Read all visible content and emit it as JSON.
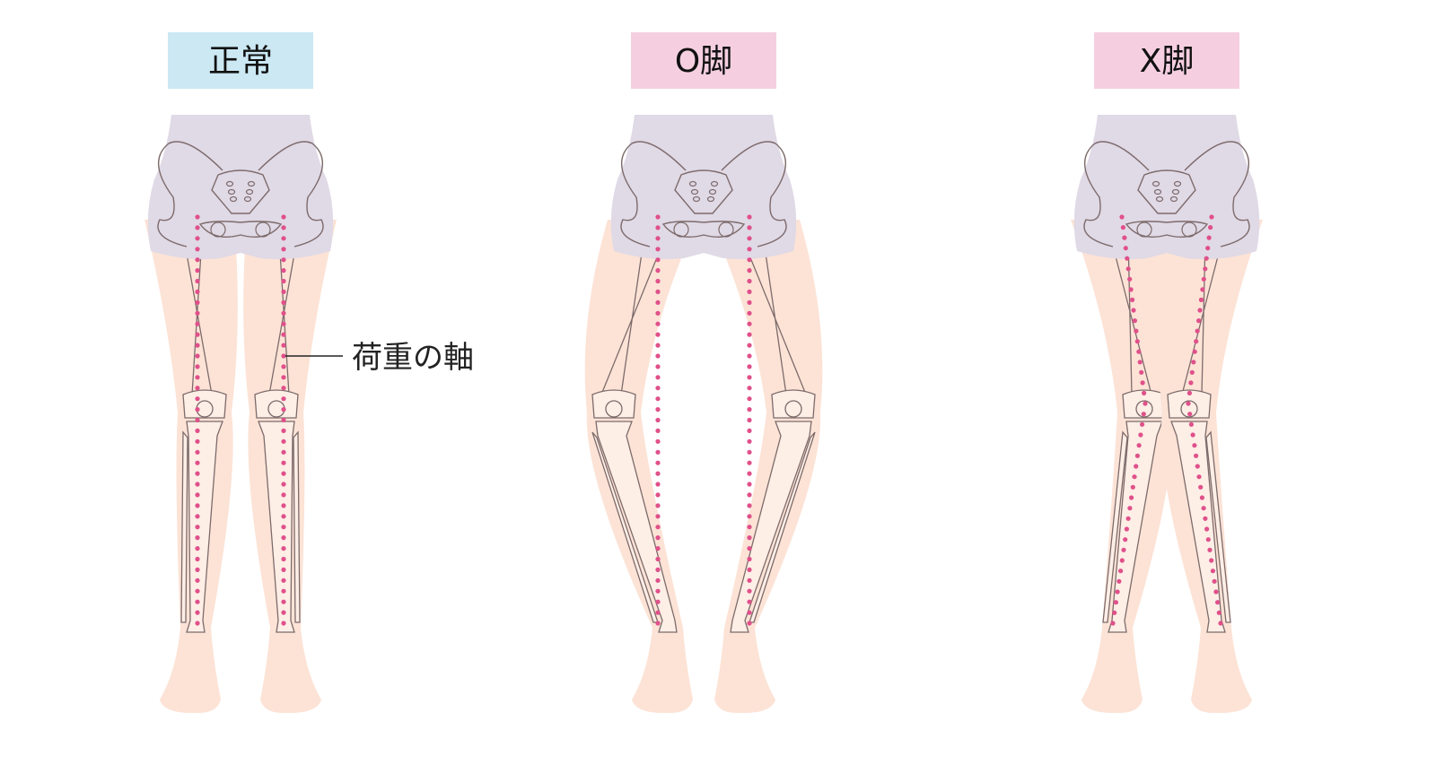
{
  "figures": [
    {
      "title": "正常",
      "variant": "normal",
      "label_color": "#cbe8f3"
    },
    {
      "title": "O脚",
      "variant": "o",
      "label_color": "#f5cfe0"
    },
    {
      "title": "X脚",
      "variant": "x",
      "label_color": "#f5cfe0"
    }
  ],
  "annotation": {
    "label": "荷重の軸"
  },
  "colors": {
    "skin": "#fce3d6",
    "pants": "#e0d9e6",
    "bone_outline": "#7d6b6b",
    "bone_fill": "#fdeee6",
    "axis_dots": "#e0508a"
  }
}
